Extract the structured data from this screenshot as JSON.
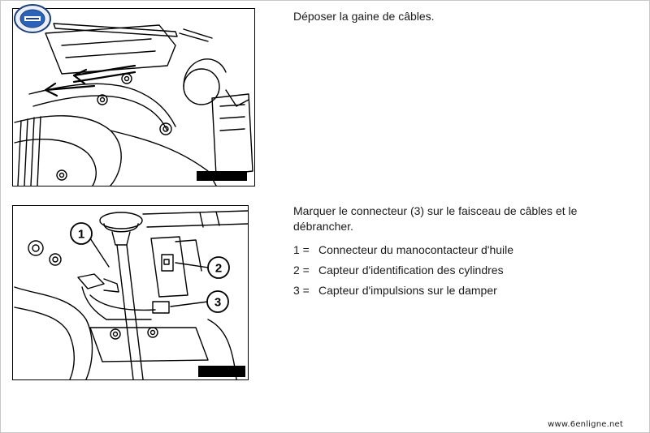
{
  "step1": {
    "instruction": "Déposer la gaine de câbles."
  },
  "step2": {
    "instruction": "Marquer le connecteur (3) sur le faisceau de câbles et le débrancher.",
    "legend": [
      {
        "num": "1 =",
        "label": "Connecteur du manocontacteur d'huile"
      },
      {
        "num": "2 =",
        "label": "Capteur d'identification des cylindres"
      },
      {
        "num": "3 =",
        "label": "Capteur d'impulsions sur le damper"
      }
    ],
    "callouts": [
      "1",
      "2",
      "3"
    ]
  },
  "footer": {
    "site": "www.6enligne.net"
  },
  "colors": {
    "ink": "#1a1a1a",
    "logo_blue": "#2b63b8",
    "logo_ring": "#1d3f7a"
  }
}
